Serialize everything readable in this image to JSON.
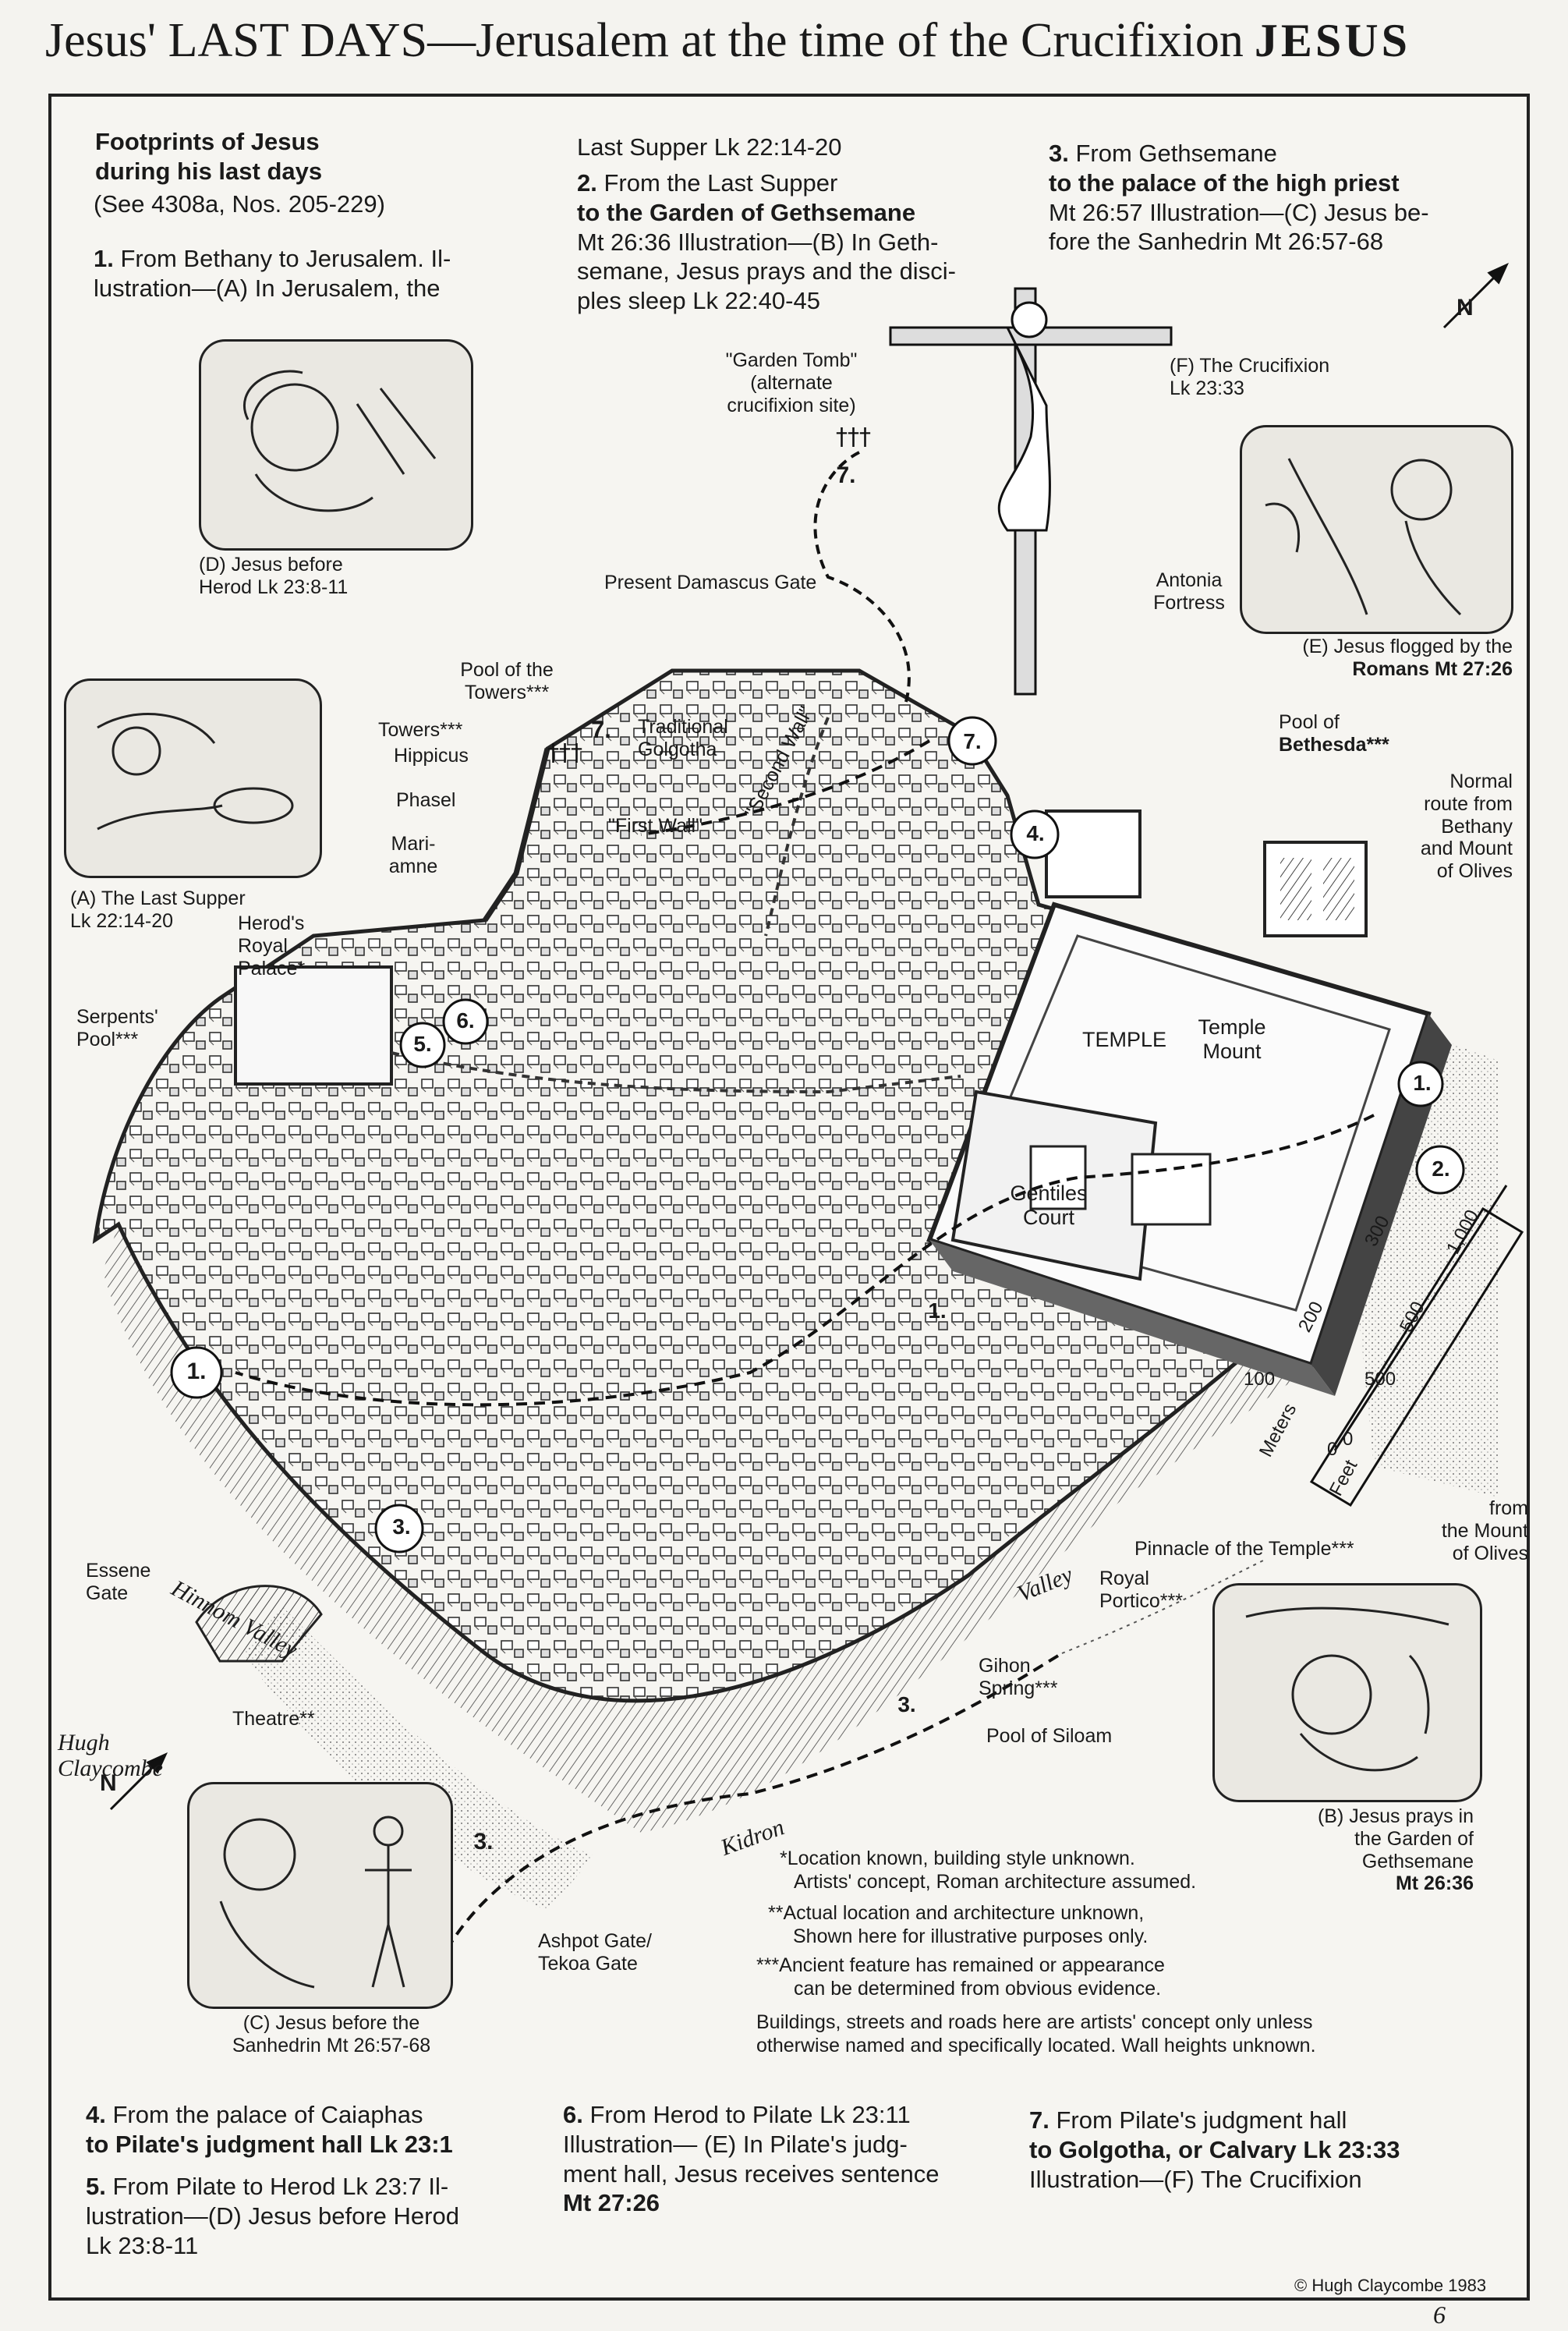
{
  "title": "Jesus' LAST DAYS—Jerusalem at the time of the Crucifixion",
  "brand": "JESUS",
  "intro": {
    "line1": "Footprints of Jesus",
    "line2": "during his last days",
    "line3": "(See 4308a, Nos. 205-229)"
  },
  "steps": {
    "s1": {
      "num": "1.",
      "text": "From Bethany to Jerusalem. Il-",
      "cont": "lustration—(A) In Jerusalem, the"
    },
    "s2_pre": "Last Supper Lk 22:14-20",
    "s2": {
      "num": "2.",
      "line1": "From the Last Supper",
      "line2": "to the Garden of Gethsemane",
      "line3": "Mt 26:36 Illustration—(B) In Geth-",
      "line4": "semane, Jesus prays and the disci-",
      "line5": "ples sleep Lk 22:40-45"
    },
    "s3": {
      "num": "3.",
      "line1": "From Gethsemane",
      "line2": "to the palace of the high priest",
      "line3": "Mt 26:57 Illustration—(C) Jesus be-",
      "line4": "fore the Sanhedrin Mt 26:57-68"
    },
    "s4": {
      "num": "4.",
      "line1": "From the palace of Caiaphas",
      "line2": "to Pilate's judgment hall Lk 23:1"
    },
    "s5": {
      "num": "5.",
      "line1": "From Pilate to Herod Lk 23:7 Il-",
      "line2": "lustration—(D) Jesus before Herod",
      "line3": "Lk 23:8-11"
    },
    "s6": {
      "num": "6.",
      "line1": "From Herod to Pilate Lk 23:11",
      "line2": "Illustration— (E) In Pilate's judg-",
      "line3": "ment hall, Jesus receives sentence",
      "line4": "Mt 27:26"
    },
    "s7": {
      "num": "7.",
      "line1": "From Pilate's judgment hall",
      "line2": "to Golgotha, or Calvary Lk 23:33",
      "line3": "Illustration—(F) The Crucifixion"
    }
  },
  "captions": {
    "D": {
      "l1": "(D) Jesus before",
      "l2": "Herod Lk 23:8-11"
    },
    "A": {
      "l1": "(A) The Last Supper",
      "l2": "Lk 22:14-20"
    },
    "F": {
      "l1": "(F) The Crucifixion",
      "l2": "Lk 23:33"
    },
    "E": {
      "l1": "(E) Jesus flogged by the",
      "l2": "Romans Mt 27:26"
    },
    "B": {
      "l1": "(B) Jesus prays in",
      "l2": "the Garden of",
      "l3": "Gethsemane",
      "l4": "Mt 26:36"
    },
    "C": {
      "l1": "(C) Jesus before the",
      "l2": "Sanhedrin Mt 26:57-68"
    }
  },
  "places": {
    "garden_tomb": {
      "l1": "\"Garden Tomb\"",
      "l2": "(alternate",
      "l3": "crucifixion site)"
    },
    "damascus_gate": "Present Damascus Gate",
    "antonia": {
      "l1": "Antonia",
      "l2": "Fortress"
    },
    "pool_towers": {
      "l1": "Pool of the",
      "l2": "Towers***"
    },
    "towers": "Towers***",
    "hippicus": "Hippicus",
    "phasel": "Phasel",
    "mariamne": {
      "l1": "Mari-",
      "l2": "amne"
    },
    "trad_golgotha": {
      "num": "7.",
      "l1": "Traditional",
      "l2": "Golgotha"
    },
    "first_wall": "\"First Wall\"",
    "second_wall": "\"Second Wall\"",
    "pool_bethesda": {
      "l1": "Pool of",
      "l2": "Bethesda***"
    },
    "normal_route": {
      "l1": "Normal",
      "l2": "route from",
      "l3": "Bethany",
      "l4": "and Mount",
      "l5": "of Olives"
    },
    "herods_palace": {
      "l1": "Herod's",
      "l2": "Royal",
      "l3": "Palace*"
    },
    "serpents_pool": {
      "l1": "Serpents'",
      "l2": "Pool***"
    },
    "temple": "TEMPLE",
    "temple_mount": {
      "l1": "Temple",
      "l2": "Mount"
    },
    "gentiles_court": {
      "l1": "Gentiles",
      "l2": "Court"
    },
    "essene_gate": {
      "l1": "Essene",
      "l2": "Gate"
    },
    "hinnom_valley": "Hinnom Valley",
    "theatre": "Theatre**",
    "pinnacle": "Pinnacle of the Temple***",
    "royal_portico": {
      "l1": "Royal",
      "l2": "Portico***"
    },
    "valley": "Valley",
    "gihon": {
      "l1": "Gihon",
      "l2": "Spring***"
    },
    "pool_siloam": "Pool of Siloam",
    "kidron": "Kidron",
    "ashpot_gate": {
      "l1": "Ashpot Gate/",
      "l2": "Tekoa Gate"
    },
    "from_olives": {
      "l1": "from",
      "l2": "the Mount",
      "l3": "of Olives"
    },
    "north_top": "N",
    "north_bottom": "N"
  },
  "route_markers": [
    "1.",
    "2.",
    "3.",
    "4.",
    "5.",
    "6.",
    "7."
  ],
  "scale": {
    "meters_label": "Meters",
    "feet_label": "Feet",
    "meters_ticks": [
      "0",
      "100",
      "200",
      "300"
    ],
    "feet_ticks": [
      "0",
      "500",
      "500",
      "1,000"
    ]
  },
  "notes": {
    "n1a": "*Location known, building style unknown.",
    "n1b": "Artists' concept, Roman architecture assumed.",
    "n2a": "**Actual location and architecture unknown,",
    "n2b": "Shown here for illustrative purposes only.",
    "n3a": "***Ancient feature has remained or appearance",
    "n3b": "can be determined from obvious evidence.",
    "n4a": "Buildings, streets and roads here are artists' concept only unless",
    "n4b": "otherwise named and specifically located. Wall heights unknown."
  },
  "signature": {
    "l1": "Hugh",
    "l2": "Claycombe"
  },
  "copyright": "© Hugh Claycombe 1983",
  "page_number": "6"
}
